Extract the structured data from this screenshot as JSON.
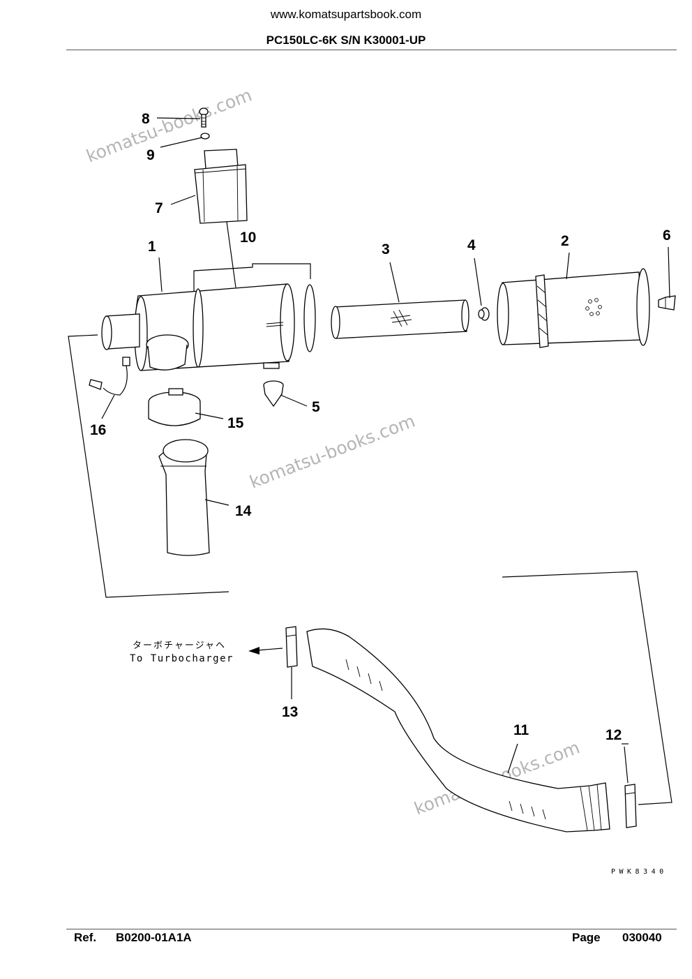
{
  "header": {
    "website": "www.komatsupartsbook.com",
    "model": "PC150LC-6K S/N K30001-UP"
  },
  "footer": {
    "ref_label": "Ref.",
    "ref_value": "B0200-01A1A",
    "page_label": "Page",
    "page_value": "030040"
  },
  "diagram": {
    "callouts": [
      "1",
      "2",
      "3",
      "4",
      "5",
      "6",
      "7",
      "8",
      "9",
      "10",
      "11",
      "12",
      "13",
      "14",
      "15",
      "16"
    ],
    "arrow_label_jp": "ターボチャージャヘ",
    "arrow_label_en": "To Turbocharger",
    "drawing_code": "PWK8340",
    "watermark": "komatsu-books.com"
  }
}
